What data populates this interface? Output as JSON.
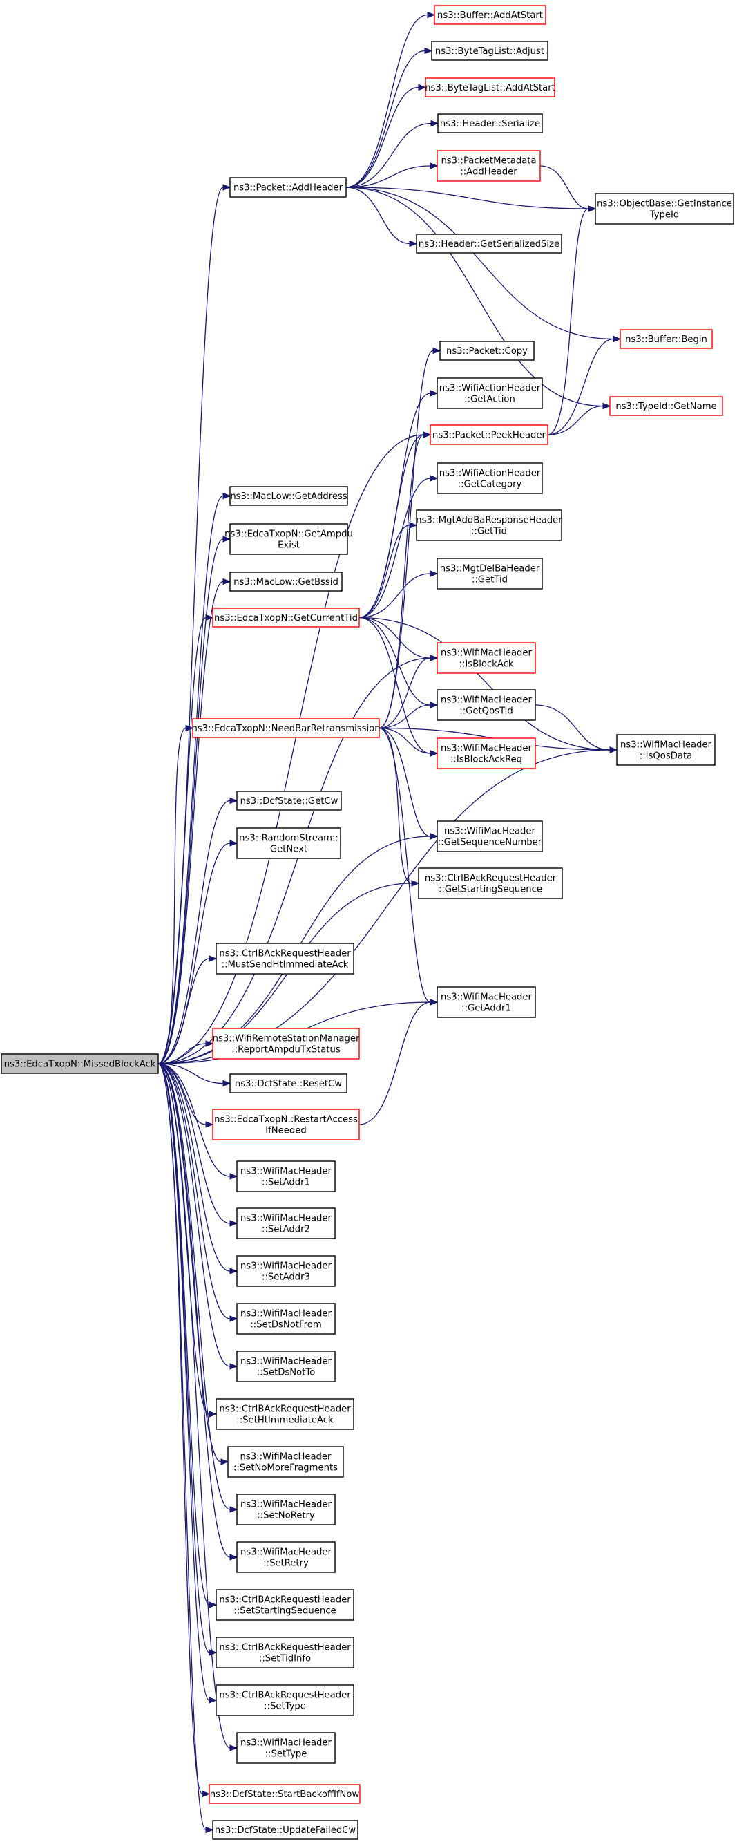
{
  "graph": {
    "colors": {
      "edge": "#191970",
      "root_fill": "#bfbfbf",
      "root_border": "#000000",
      "plain_border": "#000000",
      "truncated_border": "#ff0000",
      "node_fill": "#ffffff"
    },
    "root": "missed",
    "nodes": [
      {
        "id": "missed",
        "lines": [
          "ns3::EdcaTxopN::MissedBlockAck"
        ],
        "style": "root"
      },
      {
        "id": "addheader",
        "lines": [
          "ns3::Packet::AddHeader"
        ],
        "style": "plain"
      },
      {
        "id": "buf_addatstart",
        "lines": [
          "ns3::Buffer::AddAtStart"
        ],
        "style": "truncated"
      },
      {
        "id": "btl_adjust",
        "lines": [
          "ns3::ByteTagList::Adjust"
        ],
        "style": "plain"
      },
      {
        "id": "btl_addatstart",
        "lines": [
          "ns3::ByteTagList::AddAtStart"
        ],
        "style": "truncated"
      },
      {
        "id": "hdr_serialize",
        "lines": [
          "ns3::Header::Serialize"
        ],
        "style": "plain"
      },
      {
        "id": "pm_addheader",
        "lines": [
          "ns3::PacketMetadata",
          "::AddHeader"
        ],
        "style": "truncated"
      },
      {
        "id": "ob_getinstance",
        "lines": [
          "ns3::ObjectBase::GetInstance",
          "TypeId"
        ],
        "style": "plain"
      },
      {
        "id": "hdr_getsize",
        "lines": [
          "ns3::Header::GetSerializedSize"
        ],
        "style": "plain"
      },
      {
        "id": "buf_begin",
        "lines": [
          "ns3::Buffer::Begin"
        ],
        "style": "truncated"
      },
      {
        "id": "pkt_copy",
        "lines": [
          "ns3::Packet::Copy"
        ],
        "style": "plain"
      },
      {
        "id": "typeid_getname",
        "lines": [
          "ns3::TypeId::GetName"
        ],
        "style": "truncated"
      },
      {
        "id": "wah_getaction",
        "lines": [
          "ns3::WifiActionHeader",
          "::GetAction"
        ],
        "style": "plain"
      },
      {
        "id": "peekheader",
        "lines": [
          "ns3::Packet::PeekHeader"
        ],
        "style": "truncated"
      },
      {
        "id": "wah_getcategory",
        "lines": [
          "ns3::WifiActionHeader",
          "::GetCategory"
        ],
        "style": "plain"
      },
      {
        "id": "maclow_getaddress",
        "lines": [
          "ns3::MacLow::GetAddress"
        ],
        "style": "plain"
      },
      {
        "id": "mgt_addba_gettid",
        "lines": [
          "ns3::MgtAddBaResponseHeader",
          "::GetTid"
        ],
        "style": "plain"
      },
      {
        "id": "getampdu_exist",
        "lines": [
          "ns3::EdcaTxopN::GetAmpdu",
          "Exist"
        ],
        "style": "plain"
      },
      {
        "id": "mgt_delba_gettid",
        "lines": [
          "ns3::MgtDelBaHeader",
          "::GetTid"
        ],
        "style": "plain"
      },
      {
        "id": "maclow_getbssid",
        "lines": [
          "ns3::MacLow::GetBssid"
        ],
        "style": "plain"
      },
      {
        "id": "getcurrenttid",
        "lines": [
          "ns3::EdcaTxopN::GetCurrentTid"
        ],
        "style": "truncated"
      },
      {
        "id": "wmh_isblockack",
        "lines": [
          "ns3::WifiMacHeader",
          "::IsBlockAck"
        ],
        "style": "truncated"
      },
      {
        "id": "wmh_getqostid",
        "lines": [
          "ns3::WifiMacHeader",
          "::GetQosTid"
        ],
        "style": "plain"
      },
      {
        "id": "needbar",
        "lines": [
          "ns3::EdcaTxopN::NeedBarRetransmission"
        ],
        "style": "truncated"
      },
      {
        "id": "wmh_isqosdata",
        "lines": [
          "ns3::WifiMacHeader",
          "::IsQosData"
        ],
        "style": "plain"
      },
      {
        "id": "wmh_isblockackreq",
        "lines": [
          "ns3::WifiMacHeader",
          "::IsBlockAckReq"
        ],
        "style": "truncated"
      },
      {
        "id": "dcf_getcw",
        "lines": [
          "ns3::DcfState::GetCw"
        ],
        "style": "plain"
      },
      {
        "id": "rs_getnext",
        "lines": [
          "ns3::RandomStream::",
          "GetNext"
        ],
        "style": "plain"
      },
      {
        "id": "wmh_getseq",
        "lines": [
          "ns3::WifiMacHeader",
          "::GetSequenceNumber"
        ],
        "style": "plain"
      },
      {
        "id": "cbar_getstartseq",
        "lines": [
          "ns3::CtrlBAckRequestHeader",
          "::GetStartingSequence"
        ],
        "style": "plain"
      },
      {
        "id": "cbar_mustsend",
        "lines": [
          "ns3::CtrlBAckRequestHeader",
          "::MustSendHtImmediateAck"
        ],
        "style": "plain"
      },
      {
        "id": "wmh_getaddr1",
        "lines": [
          "ns3::WifiMacHeader",
          "::GetAddr1"
        ],
        "style": "plain"
      },
      {
        "id": "wrsm_report",
        "lines": [
          "ns3::WifiRemoteStationManager",
          "::ReportAmpduTxStatus"
        ],
        "style": "truncated"
      },
      {
        "id": "dcf_resetcw",
        "lines": [
          "ns3::DcfState::ResetCw"
        ],
        "style": "plain"
      },
      {
        "id": "restartaccess",
        "lines": [
          "ns3::EdcaTxopN::RestartAccess",
          "IfNeeded"
        ],
        "style": "truncated"
      },
      {
        "id": "wmh_setaddr1",
        "lines": [
          "ns3::WifiMacHeader",
          "::SetAddr1"
        ],
        "style": "plain"
      },
      {
        "id": "wmh_setaddr2",
        "lines": [
          "ns3::WifiMacHeader",
          "::SetAddr2"
        ],
        "style": "plain"
      },
      {
        "id": "wmh_setaddr3",
        "lines": [
          "ns3::WifiMacHeader",
          "::SetAddr3"
        ],
        "style": "plain"
      },
      {
        "id": "wmh_setdsnotfrom",
        "lines": [
          "ns3::WifiMacHeader",
          "::SetDsNotFrom"
        ],
        "style": "plain"
      },
      {
        "id": "wmh_setdsnotto",
        "lines": [
          "ns3::WifiMacHeader",
          "::SetDsNotTo"
        ],
        "style": "plain"
      },
      {
        "id": "cbar_sethtimm",
        "lines": [
          "ns3::CtrlBAckRequestHeader",
          "::SetHtImmediateAck"
        ],
        "style": "plain"
      },
      {
        "id": "wmh_setnomorefrag",
        "lines": [
          "ns3::WifiMacHeader",
          "::SetNoMoreFragments"
        ],
        "style": "plain"
      },
      {
        "id": "wmh_setnoretry",
        "lines": [
          "ns3::WifiMacHeader",
          "::SetNoRetry"
        ],
        "style": "plain"
      },
      {
        "id": "wmh_setretry",
        "lines": [
          "ns3::WifiMacHeader",
          "::SetRetry"
        ],
        "style": "plain"
      },
      {
        "id": "cbar_setstartseq",
        "lines": [
          "ns3::CtrlBAckRequestHeader",
          "::SetStartingSequence"
        ],
        "style": "plain"
      },
      {
        "id": "cbar_settidinfo",
        "lines": [
          "ns3::CtrlBAckRequestHeader",
          "::SetTidInfo"
        ],
        "style": "plain"
      },
      {
        "id": "cbar_settype",
        "lines": [
          "ns3::CtrlBAckRequestHeader",
          "::SetType"
        ],
        "style": "plain"
      },
      {
        "id": "wmh_settype",
        "lines": [
          "ns3::WifiMacHeader",
          "::SetType"
        ],
        "style": "plain"
      },
      {
        "id": "dcf_startbackoff",
        "lines": [
          "ns3::DcfState::StartBackoffIfNow"
        ],
        "style": "truncated"
      },
      {
        "id": "dcf_updatefailedcw",
        "lines": [
          "ns3::DcfState::UpdateFailedCw"
        ],
        "style": "plain"
      }
    ],
    "edges": [
      [
        "missed",
        "addheader"
      ],
      [
        "missed",
        "peekheader"
      ],
      [
        "missed",
        "maclow_getaddress"
      ],
      [
        "missed",
        "getampdu_exist"
      ],
      [
        "missed",
        "maclow_getbssid"
      ],
      [
        "missed",
        "getcurrenttid"
      ],
      [
        "missed",
        "wmh_isblockack"
      ],
      [
        "missed",
        "needbar"
      ],
      [
        "missed",
        "dcf_getcw"
      ],
      [
        "missed",
        "rs_getnext"
      ],
      [
        "missed",
        "wmh_getseq"
      ],
      [
        "missed",
        "cbar_getstartseq"
      ],
      [
        "missed",
        "wmh_isqosdata"
      ],
      [
        "missed",
        "cbar_mustsend"
      ],
      [
        "missed",
        "wmh_getaddr1"
      ],
      [
        "missed",
        "wrsm_report"
      ],
      [
        "missed",
        "dcf_resetcw"
      ],
      [
        "missed",
        "restartaccess"
      ],
      [
        "missed",
        "wmh_setaddr1"
      ],
      [
        "missed",
        "wmh_setaddr2"
      ],
      [
        "missed",
        "wmh_setaddr3"
      ],
      [
        "missed",
        "wmh_setdsnotfrom"
      ],
      [
        "missed",
        "wmh_setdsnotto"
      ],
      [
        "missed",
        "cbar_sethtimm"
      ],
      [
        "missed",
        "wmh_setnomorefrag"
      ],
      [
        "missed",
        "wmh_setnoretry"
      ],
      [
        "missed",
        "wmh_setretry"
      ],
      [
        "missed",
        "cbar_setstartseq"
      ],
      [
        "missed",
        "cbar_settidinfo"
      ],
      [
        "missed",
        "cbar_settype"
      ],
      [
        "missed",
        "wmh_settype"
      ],
      [
        "missed",
        "dcf_startbackoff"
      ],
      [
        "missed",
        "dcf_updatefailedcw"
      ],
      [
        "addheader",
        "buf_addatstart"
      ],
      [
        "addheader",
        "btl_adjust"
      ],
      [
        "addheader",
        "btl_addatstart"
      ],
      [
        "addheader",
        "hdr_serialize"
      ],
      [
        "addheader",
        "pm_addheader"
      ],
      [
        "addheader",
        "ob_getinstance"
      ],
      [
        "addheader",
        "hdr_getsize"
      ],
      [
        "addheader",
        "buf_begin"
      ],
      [
        "addheader",
        "typeid_getname"
      ],
      [
        "pm_addheader",
        "ob_getinstance"
      ],
      [
        "peekheader",
        "ob_getinstance"
      ],
      [
        "peekheader",
        "buf_begin"
      ],
      [
        "peekheader",
        "typeid_getname"
      ],
      [
        "getcurrenttid",
        "peekheader"
      ],
      [
        "getcurrenttid",
        "wah_getaction"
      ],
      [
        "getcurrenttid",
        "wah_getcategory"
      ],
      [
        "getcurrenttid",
        "mgt_addba_gettid"
      ],
      [
        "getcurrenttid",
        "mgt_delba_gettid"
      ],
      [
        "getcurrenttid",
        "wmh_isblockack"
      ],
      [
        "getcurrenttid",
        "wmh_getqostid"
      ],
      [
        "getcurrenttid",
        "wmh_isqosdata"
      ],
      [
        "getcurrenttid",
        "wmh_isblockackreq"
      ],
      [
        "needbar",
        "pkt_copy"
      ],
      [
        "needbar",
        "peekheader"
      ],
      [
        "needbar",
        "wmh_isblockack"
      ],
      [
        "needbar",
        "wmh_getqostid"
      ],
      [
        "needbar",
        "wmh_isqosdata"
      ],
      [
        "needbar",
        "wmh_isblockackreq"
      ],
      [
        "needbar",
        "wmh_getseq"
      ],
      [
        "needbar",
        "cbar_getstartseq"
      ],
      [
        "needbar",
        "wmh_getaddr1"
      ],
      [
        "wmh_getqostid",
        "wmh_isqosdata"
      ],
      [
        "restartaccess",
        "wmh_getaddr1"
      ]
    ]
  }
}
